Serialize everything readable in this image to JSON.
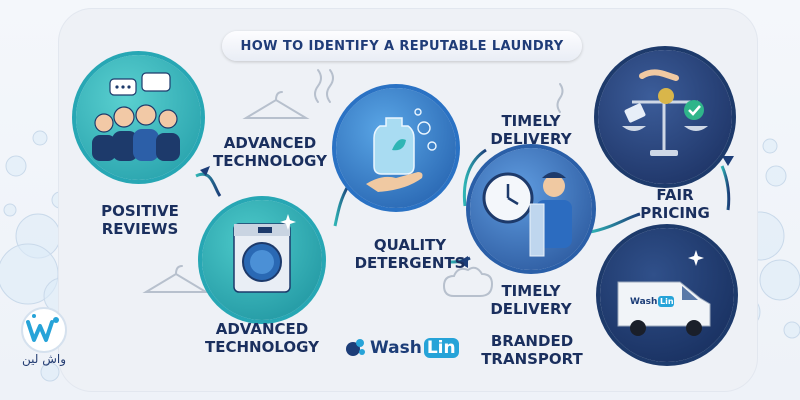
{
  "title": "HOW TO IDENTIFY A REPUTABLE LAUNDRY",
  "steps": {
    "positive_reviews": [
      "POSITIVE",
      "REVIEWS"
    ],
    "advanced_technology_top": [
      "ADVANCED",
      "TECHNOLOGY"
    ],
    "advanced_technology_bottom": [
      "ADVANCED",
      "TECHNOLOGY"
    ],
    "quality_detergents": [
      "QUALITY",
      "DETERGENTS"
    ],
    "timely_delivery_top": [
      "TIMELY",
      "DELIVERY"
    ],
    "timely_delivery_bottom": [
      "TIMELY",
      "DELIVERY"
    ],
    "fair_pricing": [
      "FAIR",
      "PRICING"
    ],
    "branded_transport": [
      "BRANDED",
      "TRANSPORT"
    ]
  },
  "logo": {
    "main": "Wash",
    "accent": "Lin"
  },
  "corner_brand": {
    "script": "واش لین"
  },
  "van": {
    "logo_main": "Wash",
    "logo_accent": "Lin"
  },
  "colors": {
    "navy": "#1a2f5e",
    "teal": "#2fb5b5",
    "blue": "#2f7fd0",
    "accent": "#26a3d8"
  }
}
